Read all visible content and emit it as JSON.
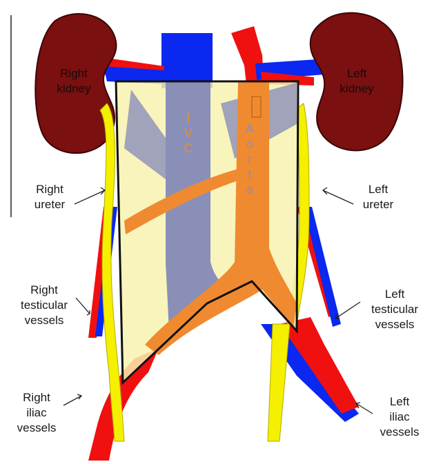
{
  "labels": {
    "right_kidney": [
      "Right",
      "kidney"
    ],
    "left_kidney": [
      "Left",
      "kidney"
    ],
    "ivc": [
      "I",
      "V",
      "C"
    ],
    "aorta": [
      "A",
      "o",
      "r",
      "t",
      "a"
    ],
    "right_ureter": [
      "Right",
      "ureter"
    ],
    "left_ureter": [
      "Left",
      "ureter"
    ],
    "right_testicular": [
      "Right",
      "testicular",
      "vessels"
    ],
    "left_testicular": [
      "Left",
      "testicular",
      "vessels"
    ],
    "right_iliac": [
      "Right",
      "iliac",
      "vessels"
    ],
    "left_iliac": [
      "Left",
      "iliac",
      "vessels"
    ]
  },
  "colors": {
    "kidney": "#7a1010",
    "artery": "#f01010",
    "vein": "#0a28f0",
    "ureter": "#f4f000",
    "overlay": "#8a8fb8",
    "aorta_overlay": "#f08a30",
    "field": "#f7f2b0",
    "outline": "#111111"
  }
}
